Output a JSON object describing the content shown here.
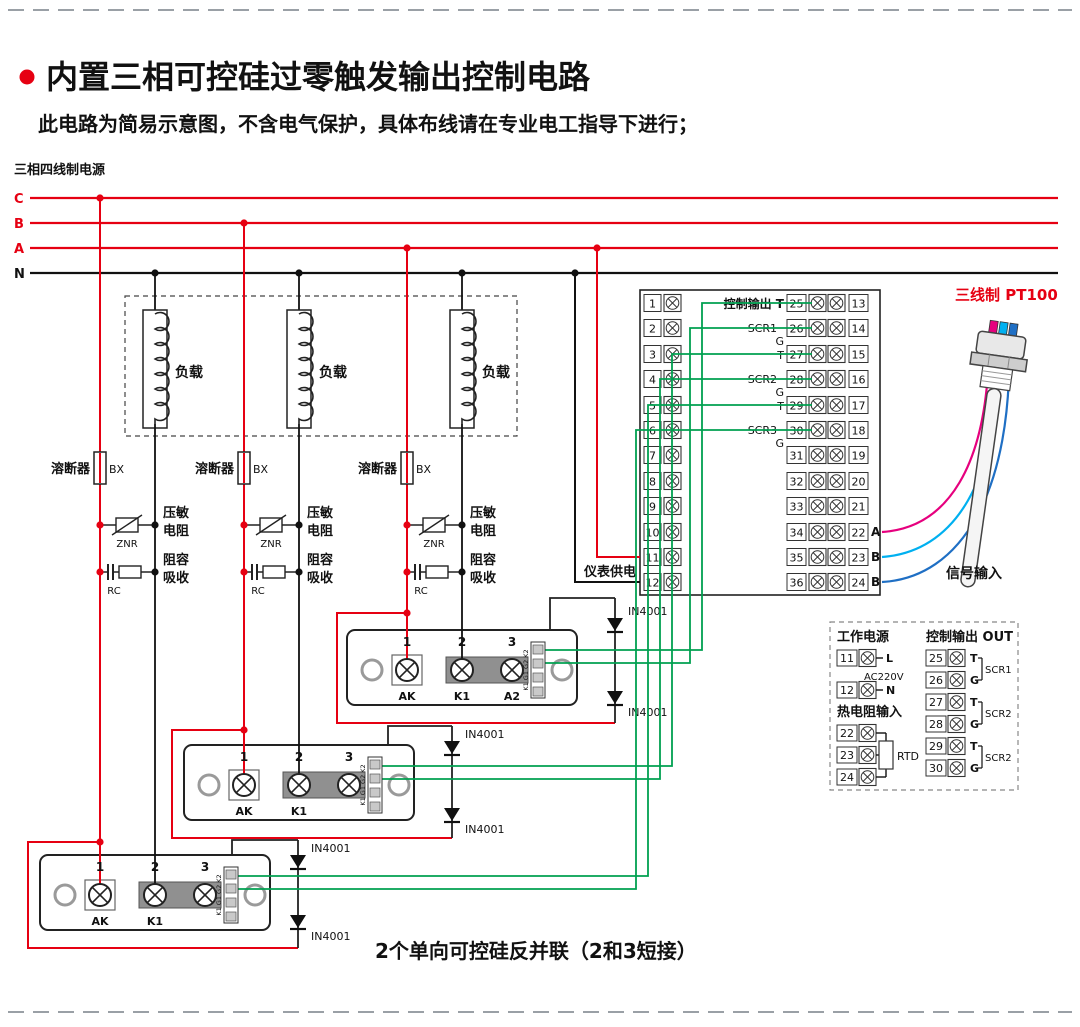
{
  "page": {
    "title": "内置三相可控硅过零触发输出控制电路",
    "subtitle": "此电路为简易示意图，不含电气保护，具体布线请在专业电工指导下进行；",
    "bottom_note": "2个单向可控硅反并联（2和3短接）"
  },
  "colors": {
    "phase_red": "#e60012",
    "gate_green": "#00a050",
    "sensor_magenta": "#e6007e",
    "sensor_cyan": "#00b0f0",
    "sensor_blue": "#1f6fc4"
  },
  "power": {
    "label": "三相四线制电源",
    "phases": [
      "C",
      "B",
      "A",
      "N"
    ]
  },
  "load": {
    "label": "负载"
  },
  "branch": {
    "fuse": "溶断器",
    "fuse_type": "BX",
    "varistor_line1": "压敏",
    "varistor_line2": "电阻",
    "znr": "ZNR",
    "rc_line1": "阻容",
    "rc_line2": "吸收",
    "rc": "RC"
  },
  "modules": {
    "terminals": [
      "1",
      "2",
      "3"
    ],
    "top_labels": [
      "AK",
      "K1",
      "A2"
    ],
    "mid_labels": [
      "AK",
      "K1"
    ],
    "bottom_labels": [
      "AK",
      "K1"
    ],
    "pin_labels": "K1 G1 G2 K2",
    "diode": "IN4001"
  },
  "panel": {
    "left_numbers": [
      "1",
      "2",
      "3",
      "4",
      "5",
      "6",
      "7",
      "8",
      "9",
      "10",
      "11",
      "12"
    ],
    "mid_numbers": [
      "25",
      "26",
      "27",
      "28",
      "29",
      "30",
      "31",
      "32",
      "33",
      "34",
      "35",
      "36"
    ],
    "right_numbers": [
      "13",
      "14",
      "15",
      "16",
      "17",
      "18",
      "19",
      "20",
      "21",
      "22",
      "23",
      "24"
    ],
    "labels": [
      "控制输出 T",
      "SCR1",
      "G",
      "T",
      "SCR2",
      "G",
      "T",
      "SCR3",
      "G"
    ],
    "letters": [
      "A",
      "B",
      "B"
    ],
    "supply_label": "仪表供电",
    "signal_label": "信号输入"
  },
  "sensor": {
    "label": "三线制 PT100"
  },
  "workbox": {
    "power_title": "工作电源",
    "l": "L",
    "ac": "AC220V",
    "n": "N",
    "num_11": "11",
    "num_12": "12",
    "rtd_title": "热电阻输入",
    "rtd": "RTD",
    "num_22": "22",
    "num_23": "23",
    "num_24": "24",
    "out_title": "控制输出 OUT",
    "pairs": [
      {
        "a": "25",
        "b": "26",
        "t": "T",
        "g": "G",
        "name": "SCR1"
      },
      {
        "a": "27",
        "b": "28",
        "t": "T",
        "g": "G",
        "name": "SCR2"
      },
      {
        "a": "29",
        "b": "30",
        "t": "T",
        "g": "G",
        "name": "SCR2"
      }
    ]
  }
}
